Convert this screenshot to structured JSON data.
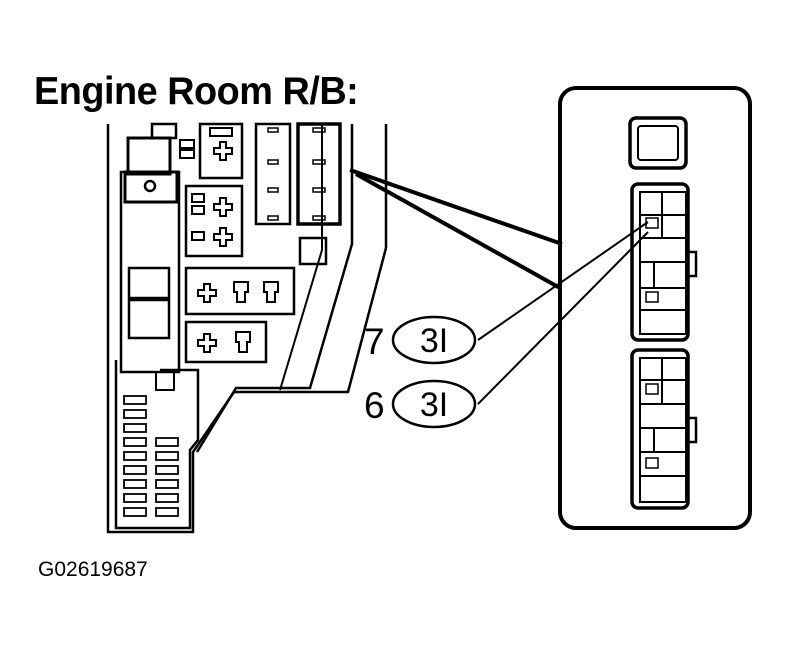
{
  "diagram": {
    "title": "Engine Room R/B:",
    "figure_id": "G02619687",
    "callouts": [
      {
        "pin": "7",
        "connector": "3I"
      },
      {
        "pin": "6",
        "connector": "3I"
      }
    ],
    "colors": {
      "ink": "#000000",
      "paper": "#ffffff"
    }
  }
}
